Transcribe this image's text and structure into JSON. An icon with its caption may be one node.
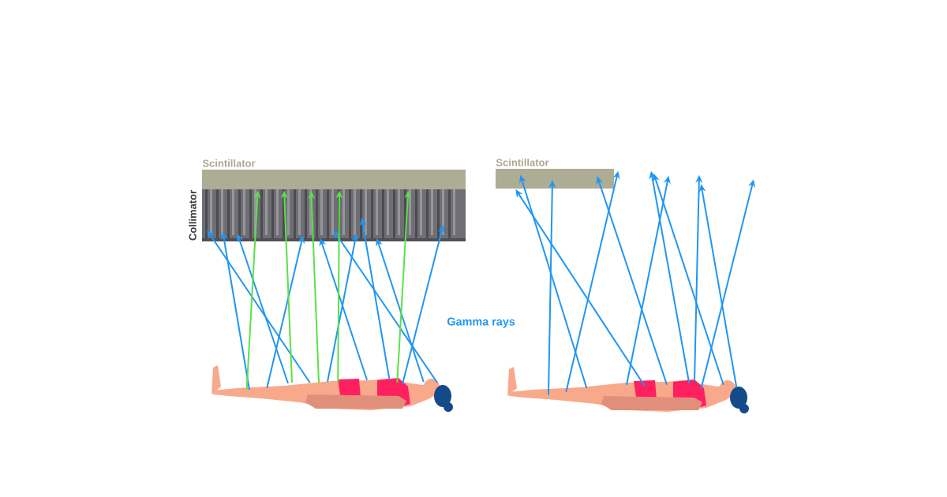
{
  "diagram": {
    "nodes": [
      {
        "text": [
          "Scintillator"
        ]
      },
      {
        "text": [
          "Collimator"
        ]
      },
      {
        "text": [
          "Scintillator"
        ]
      },
      {
        "text": [],
        "shape": "person"
      },
      {
        "text": [],
        "shape": "person"
      }
    ],
    "edges": [
      {
        "from": 3,
        "to": 1,
        "arrow": "to"
      },
      {
        "from": 3,
        "to": 1,
        "arrow": "to"
      },
      {
        "from": 3,
        "to": 1,
        "arrow": "to"
      },
      {
        "from": 3,
        "to": 1,
        "arrow": "to"
      },
      {
        "from": 3,
        "to": 1,
        "arrow": "to"
      },
      {
        "from": 3,
        "to": 1,
        "arrow": "to"
      },
      {
        "from": 3,
        "to": 1,
        "arrow": "to"
      },
      {
        "from": 3,
        "to": 1,
        "arrow": "to"
      },
      {
        "from": 3,
        "to": 1,
        "arrow": "to"
      },
      {
        "from": 3,
        "to": 1,
        "arrow": "to"
      },
      {
        "from": 3,
        "to": 1,
        "arrow": "to",
        "color": "#5be04a"
      },
      {
        "from": 3,
        "to": 1,
        "arrow": "to",
        "color": "#5be04a"
      },
      {
        "from": 3,
        "to": 1,
        "arrow": "to",
        "color": "#5be04a"
      },
      {
        "from": 3,
        "to": 1,
        "arrow": "to",
        "color": "#5be04a"
      },
      {
        "from": 3,
        "to": 1,
        "arrow": "to",
        "color": "#5be04a"
      },
      {
        "from": 4,
        "to": 2,
        "arrow": "to"
      },
      {
        "from": 4,
        "to": 2,
        "arrow": "to"
      },
      {
        "from": 4,
        "to": 2,
        "arrow": "to"
      },
      {
        "from": 4,
        "to": 2,
        "arrow": "to"
      },
      {
        "from": 4,
        "to": 2,
        "arrow": "to"
      },
      {
        "from": 4,
        "to": null,
        "arrow": "to"
      },
      {
        "from": 4,
        "to": null,
        "arrow": "to"
      },
      {
        "from": 4,
        "to": null,
        "arrow": "to"
      },
      {
        "from": 4,
        "to": null,
        "arrow": "to"
      },
      {
        "from": 4,
        "to": null,
        "arrow": "to"
      },
      {
        "from": 4,
        "to": null,
        "arrow": "to"
      }
    ],
    "labels": [
      "Gamma rays"
    ]
  }
}
